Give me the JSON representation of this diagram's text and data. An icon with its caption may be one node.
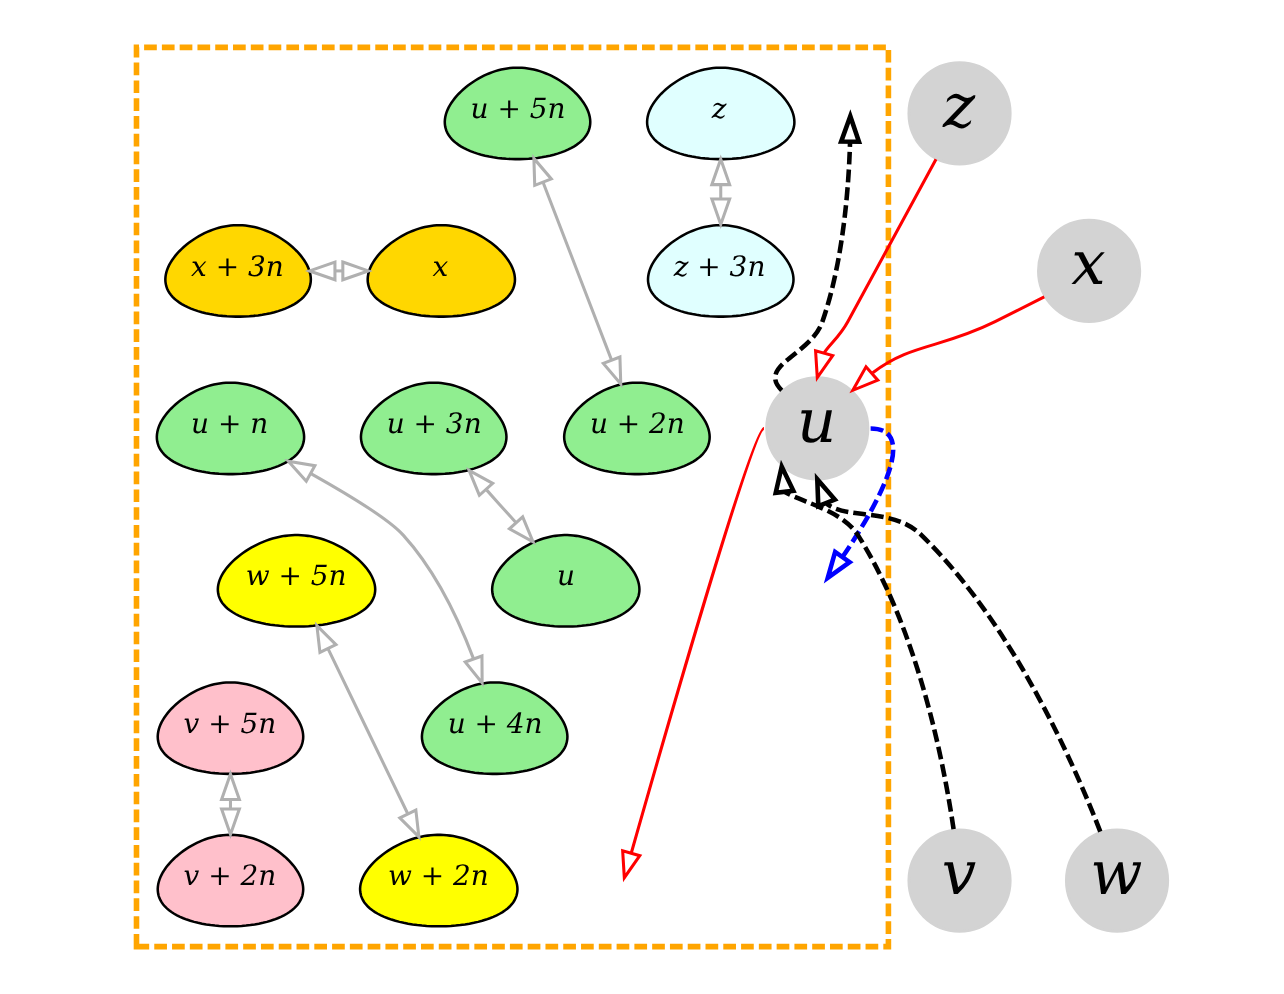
{
  "diagram": {
    "nodes": [
      {
        "text": [],
        "shape": "polygon"
      },
      {
        "text": [
          "z"
        ]
      },
      {
        "text": [
          "z"
        ],
        "in": 0
      },
      {
        "text": [
          "u + 5n"
        ],
        "in": 0
      },
      {
        "text": [
          "z + 3n"
        ],
        "in": 0
      },
      {
        "text": [
          "x"
        ]
      },
      {
        "text": [
          "x + 3n"
        ],
        "in": 0
      },
      {
        "text": [
          "x"
        ],
        "in": 0
      },
      {
        "text": [
          "u + 3n"
        ],
        "in": 0
      },
      {
        "text": [
          "u + 2n"
        ],
        "in": 0
      },
      {
        "text": [
          "u"
        ],
        "in": 0
      },
      {
        "text": [
          "u + n"
        ],
        "in": 0
      },
      {
        "text": [
          "u"
        ],
        "in": 0
      },
      {
        "text": [
          "w + 5n"
        ],
        "in": 0
      },
      {
        "text": [
          "v + 5n"
        ],
        "in": 0
      },
      {
        "text": [
          "u + 4n"
        ],
        "in": 0
      },
      {
        "text": [
          "v + 2n"
        ],
        "in": 0
      },
      {
        "text": [
          "w + 2n"
        ],
        "in": 0
      },
      {
        "text": [
          "v"
        ]
      },
      {
        "text": [
          "w"
        ]
      }
    ],
    "edges": [
      {
        "from": 1,
        "to": 10,
        "arrow": "to",
        "color": "#ff0000"
      },
      {
        "from": 5,
        "to": 10,
        "arrow": "to",
        "color": "#ff0000"
      },
      {
        "from": 10,
        "to": null,
        "arrow": "to",
        "color": "#ff0000"
      },
      {
        "from": 10,
        "to": null,
        "arrow": "to",
        "style": "dashed",
        "color": "#000000"
      },
      {
        "from": 18,
        "to": 10,
        "arrow": "to",
        "style": "dashed",
        "color": "#000000"
      },
      {
        "from": 19,
        "to": 10,
        "arrow": "to",
        "style": "dashed",
        "color": "#000000"
      },
      {
        "from": 10,
        "to": null,
        "arrow": "to",
        "style": "dashed",
        "color": "#0000ff"
      },
      {
        "from": 2,
        "to": 4,
        "arrow": "both"
      },
      {
        "from": 3,
        "to": 9,
        "arrow": "both"
      },
      {
        "from": 6,
        "to": 7,
        "arrow": "both"
      },
      {
        "from": 8,
        "to": 12,
        "arrow": "both"
      },
      {
        "from": 11,
        "to": 15,
        "arrow": "both"
      },
      {
        "from": 13,
        "to": 17,
        "arrow": "both"
      },
      {
        "from": 14,
        "to": 16,
        "arrow": "both"
      }
    ]
  }
}
